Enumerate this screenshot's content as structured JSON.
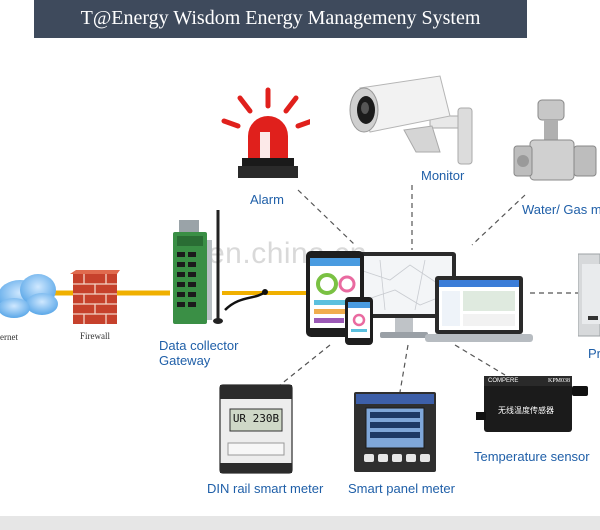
{
  "title": "T@Energy Wisdom Energy Managemeny System",
  "watermark": "en.china.cn",
  "labels": {
    "internet": "ernet",
    "firewall": "Firewall",
    "gateway": "Data collector\nGateway",
    "alarm": "Alarm",
    "monitor": "Monitor",
    "water_gas": "Water/ Gas m",
    "pr": "Pr",
    "din_meter": "DIN rail smart meter",
    "panel_meter": "Smart panel meter",
    "temp_sensor": "Temperature sensor"
  },
  "device_text": {
    "din_display": "UR 230B",
    "sensor_brand": "COMPERE",
    "sensor_model": "KPM038",
    "sensor_name": "无线温度传感器"
  },
  "icons": [
    "cloud-icon",
    "firewall-icon",
    "gateway-icon",
    "antenna-icon",
    "alarm-light-icon",
    "cctv-camera-icon",
    "flow-meter-icon",
    "tablet-icon",
    "phone-icon",
    "desktop-monitor-icon",
    "laptop-icon",
    "din-rail-meter-icon",
    "panel-meter-icon",
    "temperature-sensor-icon",
    "cabinet-icon"
  ],
  "colors": {
    "title_bg": "#3e4a5c",
    "label_blue": "#1f5fa8",
    "link_orange": "#f0b000",
    "alarm_red": "#e0201c"
  }
}
